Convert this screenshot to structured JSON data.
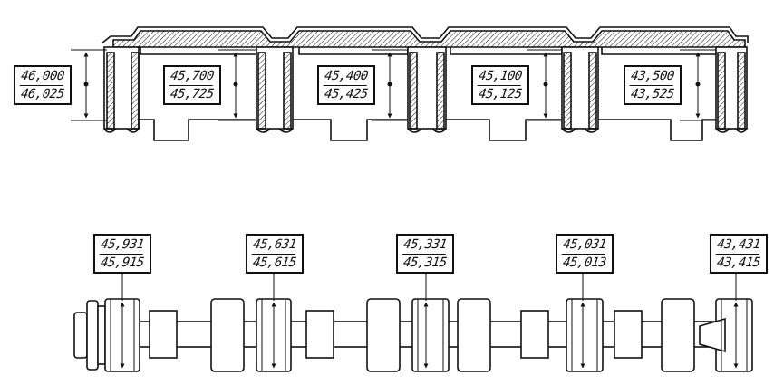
{
  "housing_bores": [
    {
      "upper": "46,000",
      "lower": "46,025"
    },
    {
      "upper": "45,700",
      "lower": "45,725"
    },
    {
      "upper": "45,400",
      "lower": "45,425"
    },
    {
      "upper": "45,100",
      "lower": "45,125"
    },
    {
      "upper": "43,500",
      "lower": "43,525"
    }
  ],
  "camshaft_journals": [
    {
      "upper": "45,931",
      "lower": "45,915"
    },
    {
      "upper": "45,631",
      "lower": "45,615"
    },
    {
      "upper": "45,331",
      "lower": "45,315"
    },
    {
      "upper": "45,031",
      "lower": "45,013"
    },
    {
      "upper": "43,431",
      "lower": "43,415"
    }
  ]
}
